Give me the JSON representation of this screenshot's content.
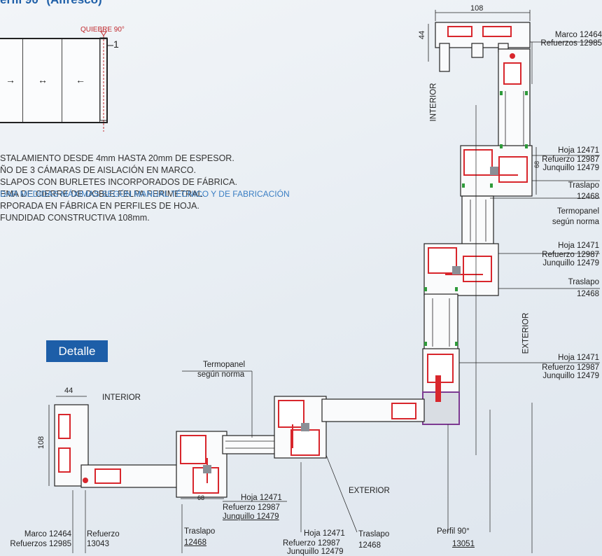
{
  "page": {
    "title": "erfil 90° (Alfresco)",
    "detail_button": "Detalle"
  },
  "elevation": {
    "break_label": "QUIEBRE 90°",
    "break_number": "1",
    "arrows": [
      "→",
      "↔",
      "←"
    ]
  },
  "specs": [
    "STALAMIENTO DESDE 4mm HASTA 20mm DE ESPESOR.",
    "ÑO DE 3 CÁMARAS DE AISLACIÓN EN MARCO.",
    "SLAPOS CON BURLETES INCORPORADOS DE FÁBRICA.",
    "EMA DE CIERRE DE DOBLE FELPA PERIMETRAL",
    "RPORADA  EN FÁBRICA EN PERFILES DE HOJA.",
    "FUNDIDAD CONSTRUCTIVA 108mm."
  ],
  "note": "DAR MEDIDAS MÁXIMAS SEGÚN MANUAL TÉCNICO Y DE FABRICACIÓN",
  "dimensions": {
    "width_top": "108",
    "depth_top": "44",
    "hoja_width_1": "68",
    "depth_bottom": "44",
    "width_bottom": "108",
    "hoja_width_2": "68"
  },
  "orientation": {
    "interior_vertical": "INTERIOR",
    "exterior_vertical": "EXTERIOR",
    "interior_horizontal": "INTERIOR",
    "exterior_horizontal": "EXTERIOR"
  },
  "labels_right": {
    "marco": "Marco 12464",
    "refuerzos": "Refuerzos 12985",
    "hoja_a": "Hoja 12471",
    "refuerzo_a": "Refuerzo 12987",
    "junquillo_a": "Junquillo 12479",
    "traslapo_a": "Traslapo",
    "traslapo_a_num": "12468",
    "termopanel": "Termopanel",
    "termopanel_sub": "según norma",
    "hoja_b": "Hoja 12471",
    "refuerzo_b": "Refuerzo 12987",
    "junquillo_b": "Junquillo 12479",
    "traslapo_b": "Traslapo",
    "traslapo_b_num": "12468",
    "hoja_c": "Hoja 12471",
    "refuerzo_c": "Refuerzo 12987",
    "junquillo_c": "Junquillo 12479"
  },
  "labels_bottom": {
    "termopanel": "Termopanel",
    "termopanel_sub": "según norma",
    "marco": "Marco 12464",
    "refuerzos": "Refuerzos 12985",
    "refuerzo": "Refuerzo",
    "refuerzo_num": "13043",
    "traslapo_1": "Traslapo",
    "traslapo_1_num": "12468",
    "hoja_1": "Hoja 12471",
    "refuerzo_1": "Refuerzo 12987",
    "junquillo_1": "Junquillo 12479",
    "hoja_2": "Hoja 12471",
    "refuerzo_2": "Refuerzo 12987",
    "junquillo_2": "Junquillo 12479",
    "traslapo_2": "Traslapo",
    "traslapo_2_num": "12468",
    "perfil": "Perfil 90°",
    "perfil_num": "13051"
  },
  "colors": {
    "reinforcement": "#d8262c",
    "gasket": "#2e9a3a",
    "corner_profile": "#7d3a92",
    "accent_blue": "#1d5ea8"
  }
}
